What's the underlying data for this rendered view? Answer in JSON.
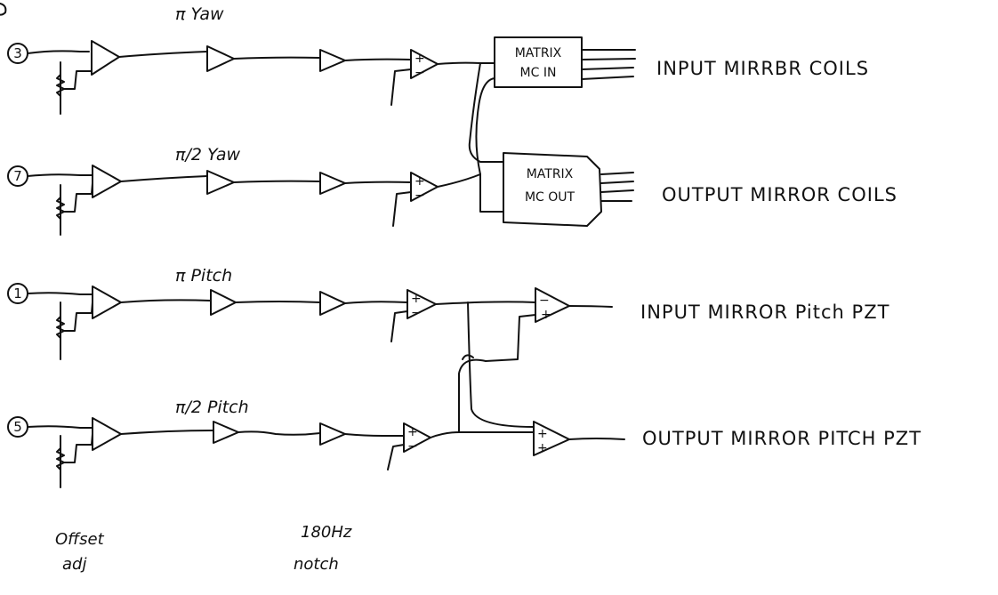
{
  "channels": [
    {
      "number": "3",
      "stage_label": "π Yaw"
    },
    {
      "number": "7",
      "stage_label": "π/2 Yaw"
    },
    {
      "number": "1",
      "stage_label": "π Pitch"
    },
    {
      "number": "5",
      "stage_label": "π/2 Pitch"
    }
  ],
  "matrices": [
    {
      "line1": "MATRIX",
      "line2": "MC IN"
    },
    {
      "line1": "MATRIX",
      "line2": "MC OUT"
    }
  ],
  "outputs": [
    "INPUT MIRRBR COILS",
    "OUTPUT MIRROR COILS",
    "INPUT MIRROR Pitch PZT",
    "OUTPUT MIRROR PITCH PZT"
  ],
  "notes": {
    "offset_line1": "Offset",
    "offset_line2": "adj",
    "notch_line1": "180Hz",
    "notch_line2": "notch"
  },
  "summer_signs": {
    "plus": "+",
    "minus": "−"
  }
}
